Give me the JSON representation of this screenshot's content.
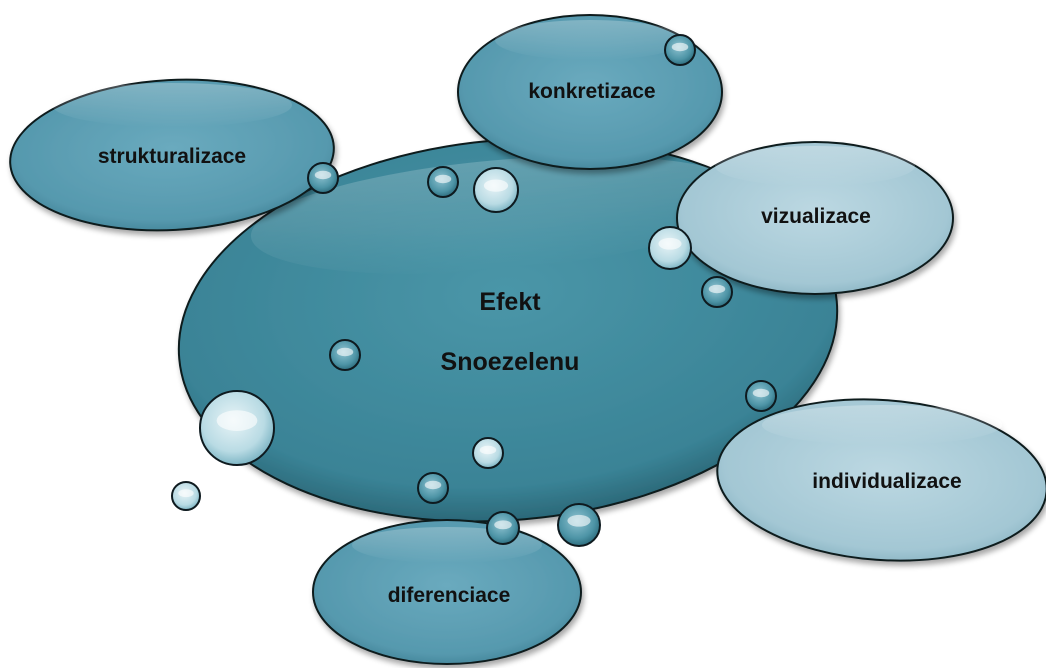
{
  "diagram": {
    "center": {
      "line1": "Efekt",
      "line2": "Snoezelenu"
    },
    "nodes": [
      {
        "id": "strukturalizace",
        "label": "strukturalizace",
        "tone": "mid"
      },
      {
        "id": "konkretizace",
        "label": "konkretizace",
        "tone": "mid"
      },
      {
        "id": "vizualizace",
        "label": "vizualizace",
        "tone": "light"
      },
      {
        "id": "individualizace",
        "label": "individualizace",
        "tone": "light"
      },
      {
        "id": "diferenciace",
        "label": "diferenciace",
        "tone": "mid"
      }
    ],
    "colors": {
      "center_fill": "#3d8799",
      "center_fill_dark": "#2f6f80",
      "mid_fill": "#5b9fb4",
      "mid_fill_light": "#7fb8ca",
      "light_fill": "#a7cad6",
      "light_fill_light": "#c8e0e8",
      "outline": "#0e1a1f",
      "bubble_fill": "#c6e2ea",
      "bubble_dark": "#3f8a9c"
    }
  }
}
